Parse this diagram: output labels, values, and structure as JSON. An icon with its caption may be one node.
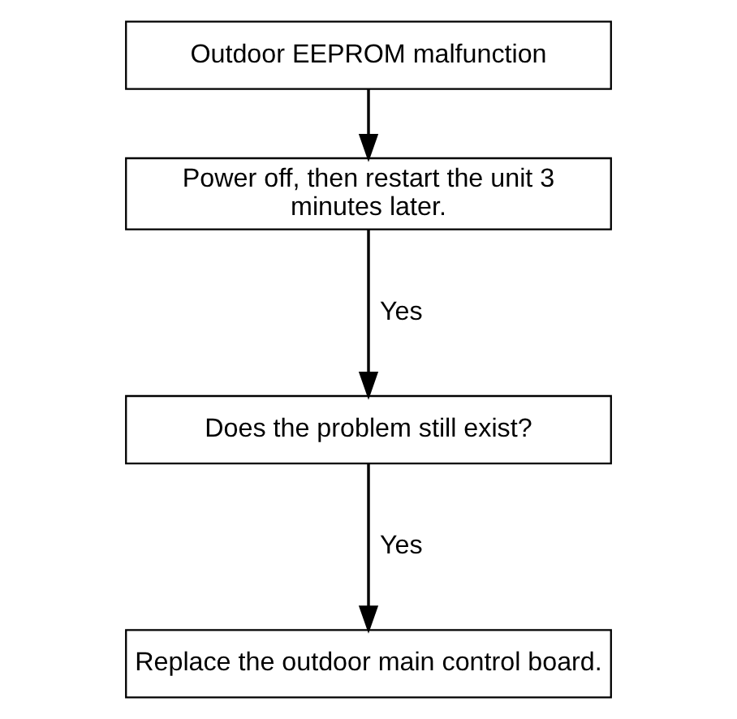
{
  "diagram": {
    "nodes": [
      {
        "text": [
          "Outdoor EEPROM malfunction"
        ]
      },
      {
        "text": [
          "Power off, then restart the unit 3 minutes later."
        ]
      },
      {
        "text": [
          "Does the problem still exist?"
        ]
      },
      {
        "text": [
          "Replace the outdoor main control board."
        ]
      }
    ],
    "edges": [
      {
        "from": 0,
        "to": 1,
        "arrow": "to"
      },
      {
        "from": 1,
        "to": 2,
        "arrow": "to",
        "label": "Yes"
      },
      {
        "from": 2,
        "to": 3,
        "arrow": "to",
        "label": "Yes"
      }
    ]
  }
}
